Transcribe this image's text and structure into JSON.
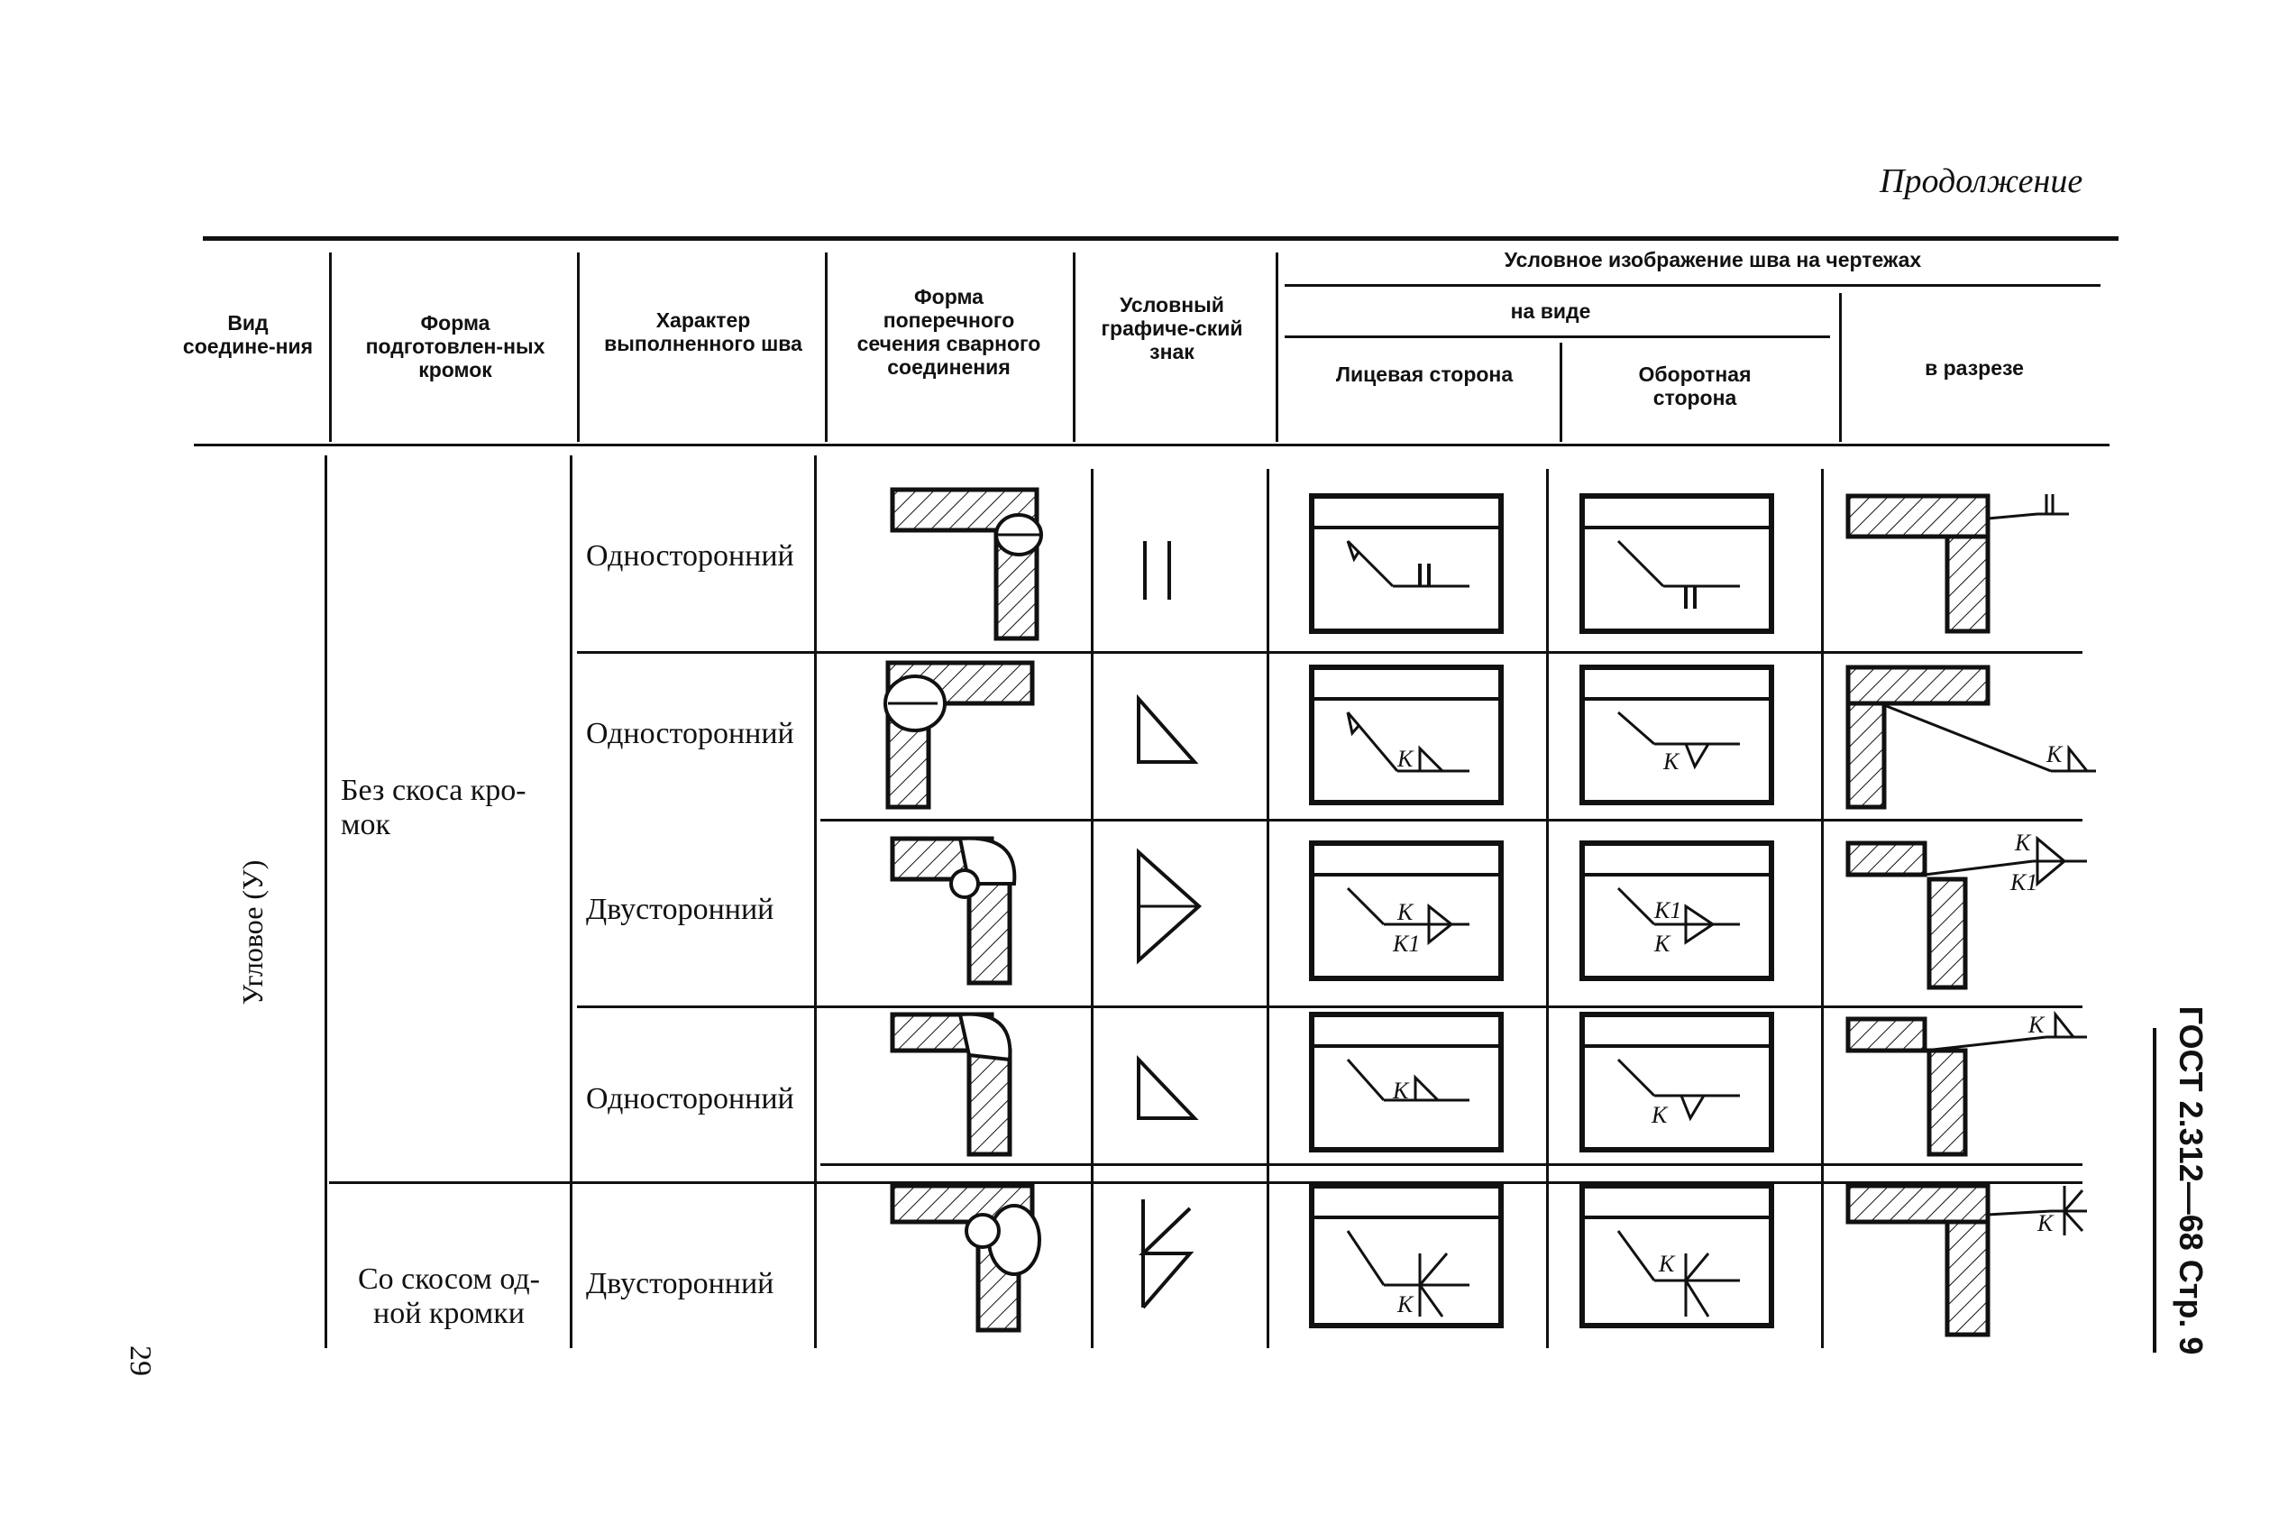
{
  "page": {
    "continuation": "Продолжение",
    "side_stamp": "ГОСТ 2.312—68 Стр. 9",
    "page_number": "29"
  },
  "table": {
    "headers": {
      "col1": "Вид соедине-ния",
      "col2": "Форма подготовлен-ных кромок",
      "col3": "Характер выполненного шва",
      "col4": "Форма поперечного сечения сварного соединения",
      "col5": "Условный графиче-ский знак",
      "group": "Условное изображение шва на чертежах",
      "subgroup_view": "на виде",
      "front": "Лицевая сторона",
      "back": "Оборотная сторона",
      "section": "в разрезе"
    },
    "joint_type": "Угловое (У)",
    "edge_forms": [
      "Без скоса кро-мок",
      "Со скосом од-ной кромки"
    ],
    "rows": [
      {
        "character": "Односторонний",
        "label_front": "",
        "label_back": "",
        "label_section": ""
      },
      {
        "character": "Односторонний",
        "label_front": "K",
        "label_back": "K",
        "label_section": "K"
      },
      {
        "character": "Двусторонний",
        "label_front": "K",
        "label_front2": "K1",
        "label_back": "K1",
        "label_back2": "K",
        "label_section": "K",
        "label_section2": "K1"
      },
      {
        "character": "Односторонний",
        "label_front": "K",
        "label_back": "K",
        "label_section": "K"
      },
      {
        "character": "Двусторонний",
        "label_front": "K",
        "label_back": "K",
        "label_section": "K"
      }
    ]
  }
}
